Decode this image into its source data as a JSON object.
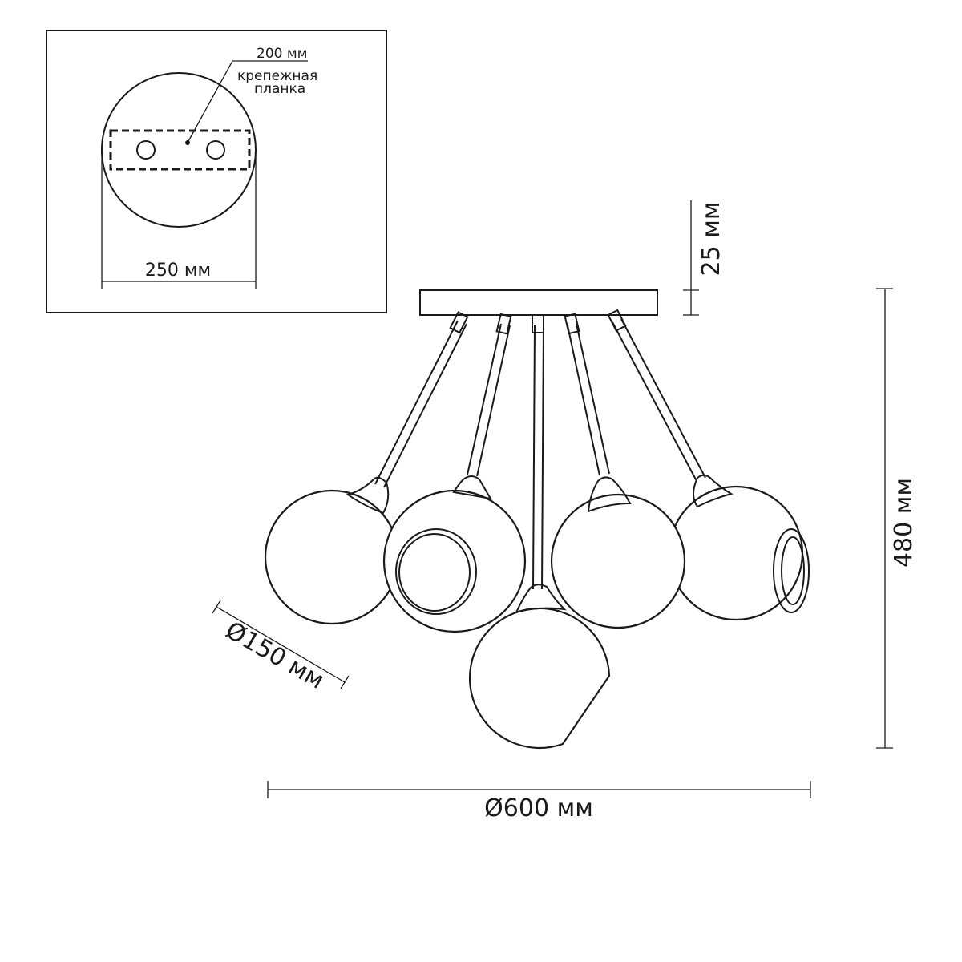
{
  "labels": {
    "plate_hole_spacing": "200 мм",
    "plate_name_line1": "крепежная",
    "plate_name_line2": "планка",
    "canopy_diameter": "250 мм",
    "canopy_height": "25 мм",
    "total_height": "480 мм",
    "shade_diameter": "Ø150 мм",
    "total_diameter": "Ø600 мм"
  },
  "colors": {
    "line": "#1a1a1a",
    "background": "#ffffff"
  }
}
